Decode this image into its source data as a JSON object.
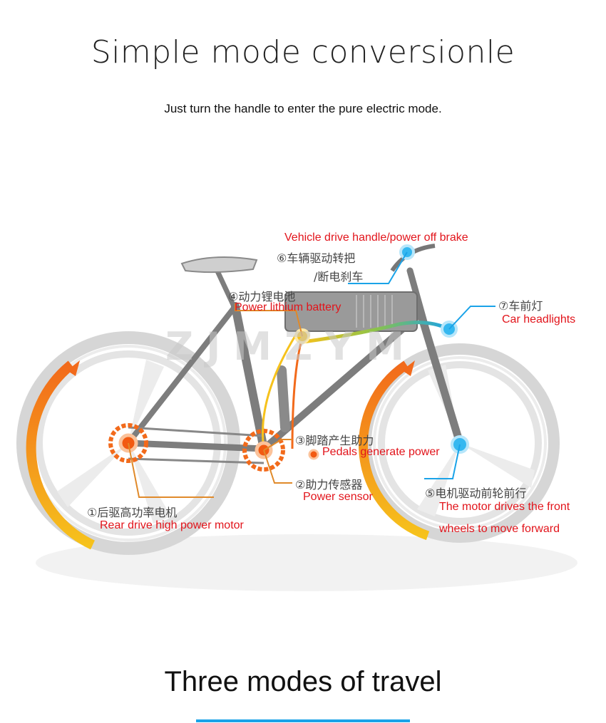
{
  "header": {
    "title": "Simple mode conversionle",
    "subtitle": "Just turn the handle to enter the pure electric mode."
  },
  "watermark": "ZJMZYM",
  "callouts": {
    "handle": {
      "cn_1": "⑥车辆驱动转把",
      "cn_2": "/断电刹车",
      "en": "Vehicle drive handle/power off brake"
    },
    "battery": {
      "cn": "④动力锂电池",
      "en": "Power lithium battery"
    },
    "headlight": {
      "cn": "⑦车前灯",
      "en": "Car headlights"
    },
    "pedals": {
      "cn": "③脚踏产生助力",
      "en": "Pedals generate power"
    },
    "sensor": {
      "cn": "②助力传感器",
      "en": "Power sensor"
    },
    "front_motor": {
      "cn": "⑤电机驱动前轮前行",
      "en_1": "The motor drives the front",
      "en_2": "wheels to move forward"
    },
    "rear_motor": {
      "cn": "①后驱高功率电机",
      "en": "Rear drive high power motor"
    }
  },
  "footer": {
    "title": "Three modes of travel"
  },
  "colors": {
    "accent_red": "#e2141b",
    "accent_blue": "#1aa3e8",
    "orange": "#f26a1b",
    "yellow": "#f6c21c"
  }
}
